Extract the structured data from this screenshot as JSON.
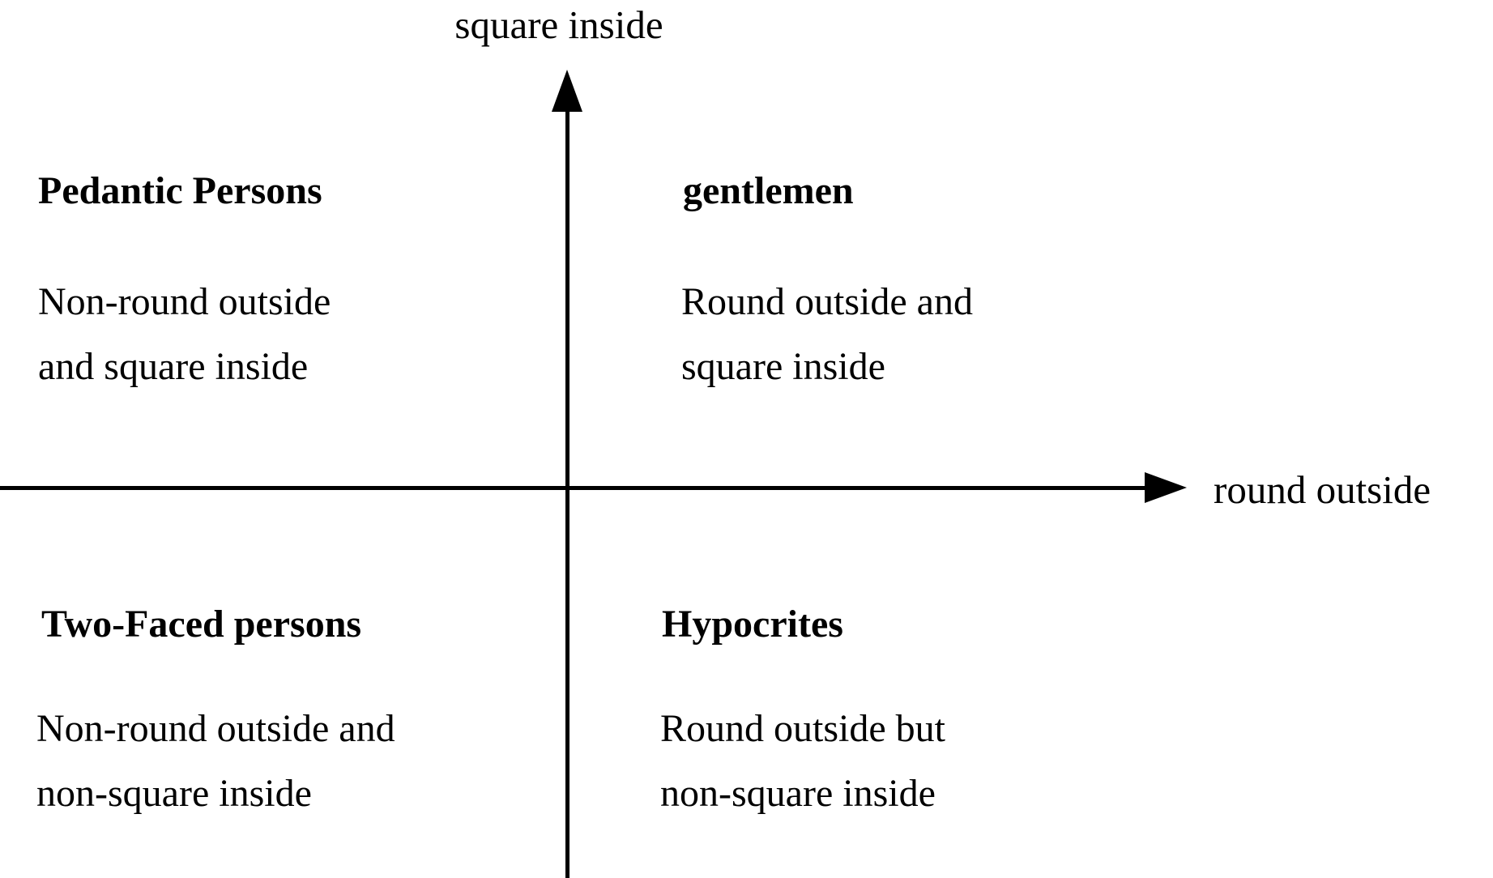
{
  "colors": {
    "background": "#ffffff",
    "foreground": "#000000"
  },
  "axes": {
    "y_label": "square inside",
    "x_label": "round outside"
  },
  "quadrants": {
    "top_left": {
      "title": "Pedantic Persons",
      "description": "Non-round outside\nand square inside"
    },
    "top_right": {
      "title": "gentlemen",
      "description": "Round outside and\nsquare inside"
    },
    "bottom_left": {
      "title": "Two-Faced persons",
      "description": "Non-round outside and\nnon-square inside"
    },
    "bottom_right": {
      "title": "Hypocrites",
      "description": "Round outside but\nnon-square inside"
    }
  }
}
